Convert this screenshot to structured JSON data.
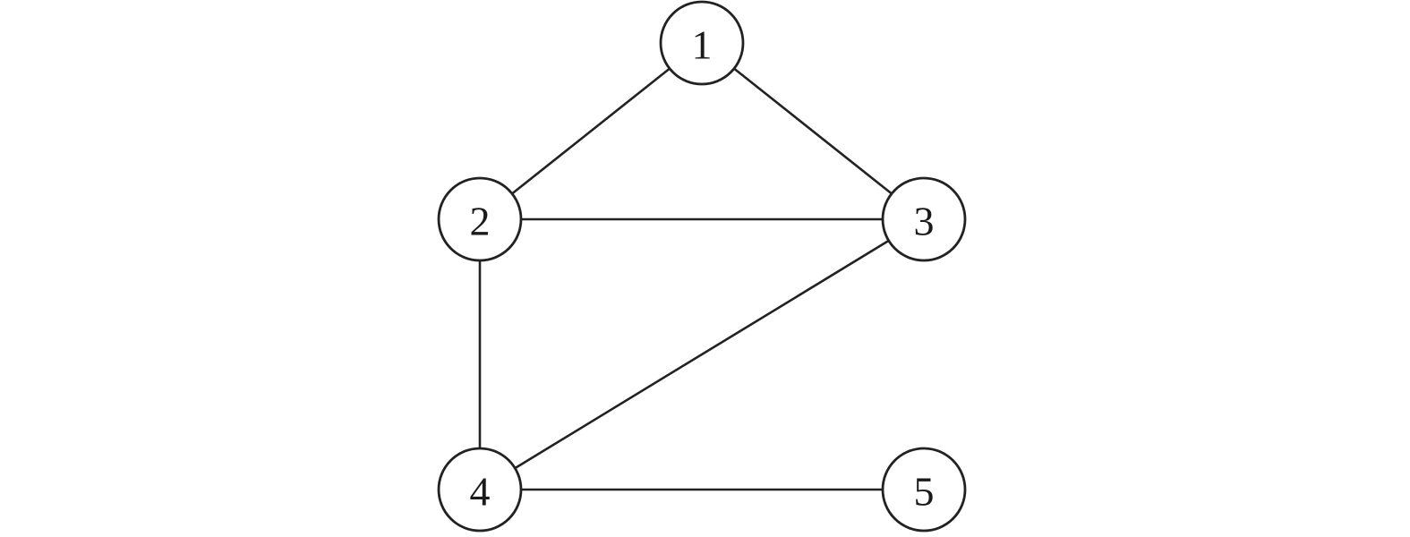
{
  "graph": {
    "nodes": [
      {
        "id": "1",
        "label": "1"
      },
      {
        "id": "2",
        "label": "2"
      },
      {
        "id": "3",
        "label": "3"
      },
      {
        "id": "4",
        "label": "4"
      },
      {
        "id": "5",
        "label": "5"
      }
    ],
    "edges": [
      {
        "from": "1",
        "to": "2"
      },
      {
        "from": "1",
        "to": "3"
      },
      {
        "from": "2",
        "to": "3"
      },
      {
        "from": "2",
        "to": "4"
      },
      {
        "from": "3",
        "to": "4"
      },
      {
        "from": "4",
        "to": "5"
      }
    ]
  }
}
